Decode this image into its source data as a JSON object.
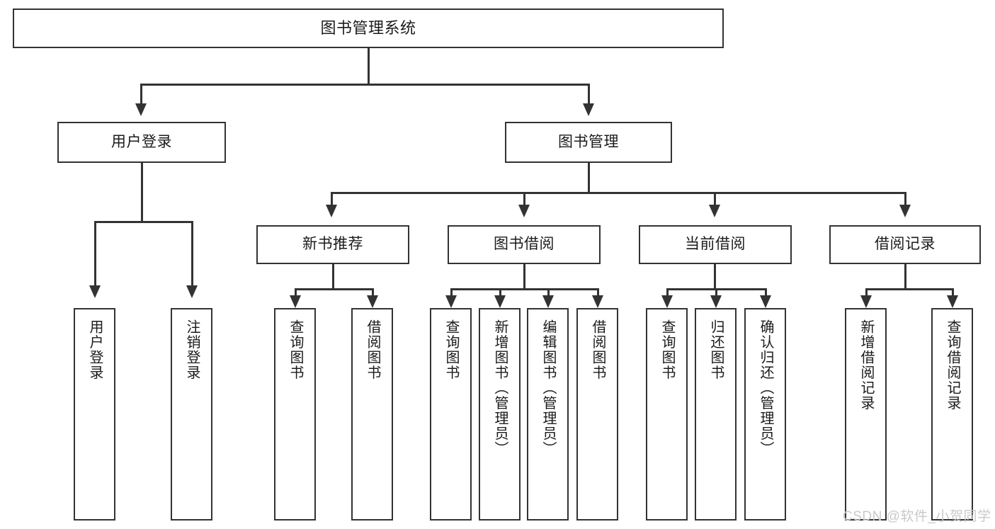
{
  "diagram": {
    "type": "hierarchy-tree",
    "root": {
      "label": "图书管理系统"
    },
    "level2": [
      {
        "label": "用户登录"
      },
      {
        "label": "图书管理"
      }
    ],
    "level3": [
      {
        "label": "新书推荐"
      },
      {
        "label": "图书借阅"
      },
      {
        "label": "当前借阅"
      },
      {
        "label": "借阅记录"
      }
    ],
    "leaves": {
      "user_login": [
        {
          "label": "用户登录"
        },
        {
          "label": "注销登录"
        }
      ],
      "new_book_recommend": [
        {
          "label": "查询图书"
        },
        {
          "label": "借阅图书"
        }
      ],
      "book_borrow": [
        {
          "label": "查询图书"
        },
        {
          "label": "新增图书（管理员）"
        },
        {
          "label": "编辑图书（管理员）"
        },
        {
          "label": "借阅图书"
        }
      ],
      "current_borrow": [
        {
          "label": "查询图书"
        },
        {
          "label": "归还图书"
        },
        {
          "label": "确认归还（管理员）"
        }
      ],
      "borrow_record": [
        {
          "label": "新增借阅记录"
        },
        {
          "label": "查询借阅记录"
        }
      ]
    }
  },
  "watermark": {
    "text": "CSDN @软件_小贺同学"
  },
  "colors": {
    "stroke": "#333333",
    "text": "#1b1b1b",
    "background": "#ffffff",
    "watermark": "#c9c9c9"
  }
}
